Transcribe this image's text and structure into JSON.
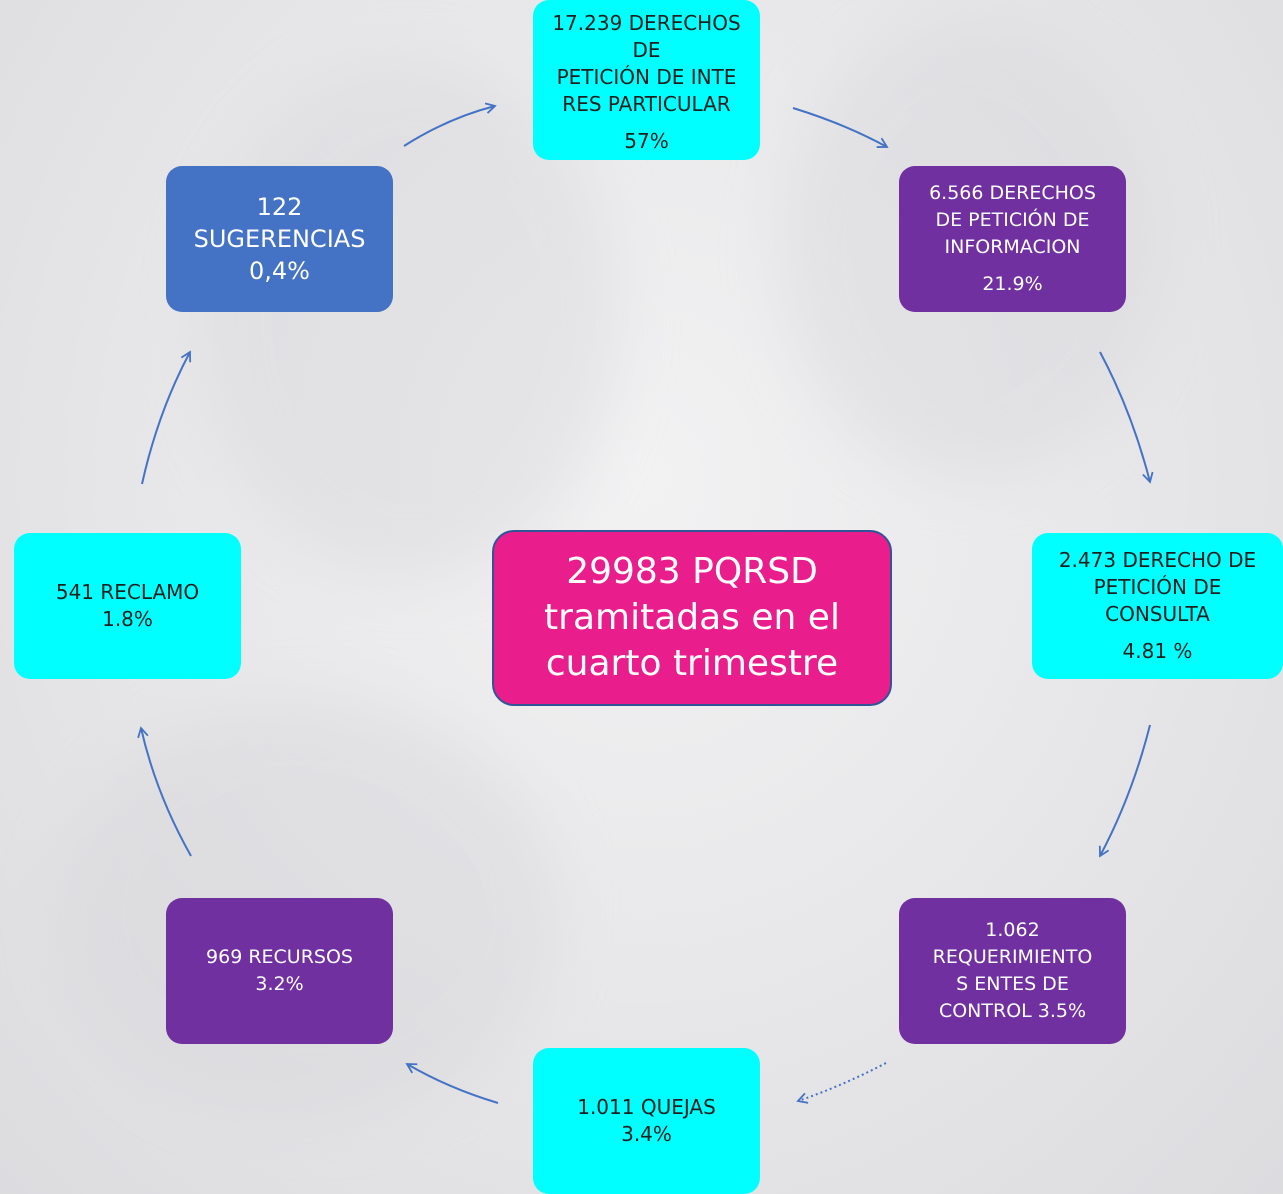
{
  "center": {
    "line1": "29983  PQRSD",
    "line2": "tramitadas en el",
    "line3": "cuarto trimestre"
  },
  "nodes": {
    "interes_particular": {
      "line1": "17.239 DERECHOS",
      "line2": "DE",
      "line3": "PETICIÓN DE INTE",
      "line4": "RES PARTICULAR",
      "percent": "57%"
    },
    "informacion": {
      "line1": "6.566  DERECHOS",
      "line2": "DE PETICIÓN DE",
      "line3": "INFORMACION",
      "percent": "21.9%"
    },
    "consulta": {
      "line1": "2.473 DERECHO DE",
      "line2": "PETICIÓN DE",
      "line3": "CONSULTA",
      "percent": "4.81 %"
    },
    "entes_control": {
      "line1": "1.062",
      "line2": "REQUERIMIENTO",
      "line3": "S ENTES DE",
      "line4": "CONTROL 3.5%"
    },
    "quejas": {
      "line1": "1.011 QUEJAS",
      "line2": "3.4%"
    },
    "recursos": {
      "line1": "969 RECURSOS",
      "line2": "3.2%"
    },
    "reclamo": {
      "line1": "541 RECLAMO",
      "line2": "1.8%"
    },
    "sugerencias": {
      "line1": "122",
      "line2": "SUGERENCIAS",
      "line3": "0,4%"
    }
  },
  "colors": {
    "cyan": "#00ffff",
    "purple": "#7030a0",
    "blue": "#4472c4",
    "magenta": "#e91e8c",
    "arrow": "#4472c4"
  }
}
